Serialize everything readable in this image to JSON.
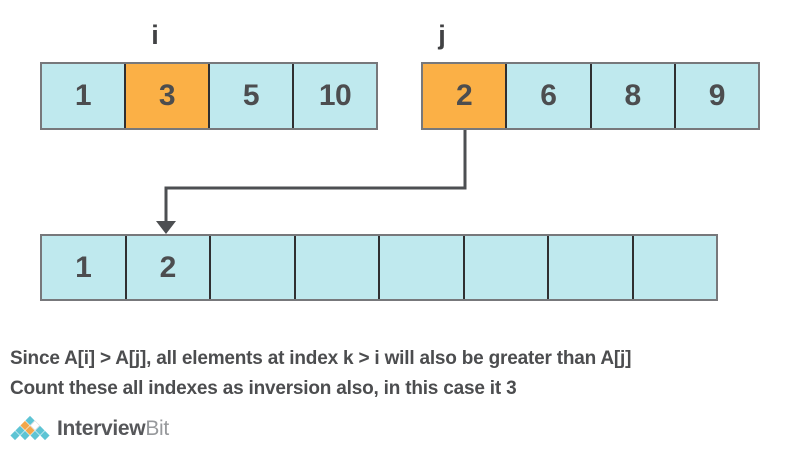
{
  "diagram": {
    "left_array": {
      "pointer_label": "i",
      "cells": [
        {
          "value": "1",
          "highlight": false
        },
        {
          "value": "3",
          "highlight": true
        },
        {
          "value": "5",
          "highlight": false
        },
        {
          "value": "10",
          "highlight": false
        }
      ]
    },
    "right_array": {
      "pointer_label": "j",
      "cells": [
        {
          "value": "2",
          "highlight": true
        },
        {
          "value": "6",
          "highlight": false
        },
        {
          "value": "8",
          "highlight": false
        },
        {
          "value": "9",
          "highlight": false
        }
      ]
    },
    "merged_array": {
      "cells": [
        {
          "value": "1"
        },
        {
          "value": "2"
        },
        {
          "value": ""
        },
        {
          "value": ""
        },
        {
          "value": ""
        },
        {
          "value": ""
        },
        {
          "value": ""
        },
        {
          "value": ""
        }
      ]
    }
  },
  "caption": {
    "line1": "Since A[i] > A[j], all elements at index k > i will also be greater than A[j]",
    "line2": "Count these all indexes as inversion also, in this case it 3"
  },
  "logo": {
    "brand": "Interview",
    "suffix": "Bit"
  },
  "colors": {
    "cell_fill": "#bfe9ee",
    "highlight_fill": "#fbb046",
    "cell_border": "#77787b",
    "cell_divider": "#2f2f31",
    "text": "#4c4d4f",
    "arrow": "#4d4f52",
    "logo_teal": "#5ec4d4",
    "logo_orange": "#f2a74b"
  }
}
